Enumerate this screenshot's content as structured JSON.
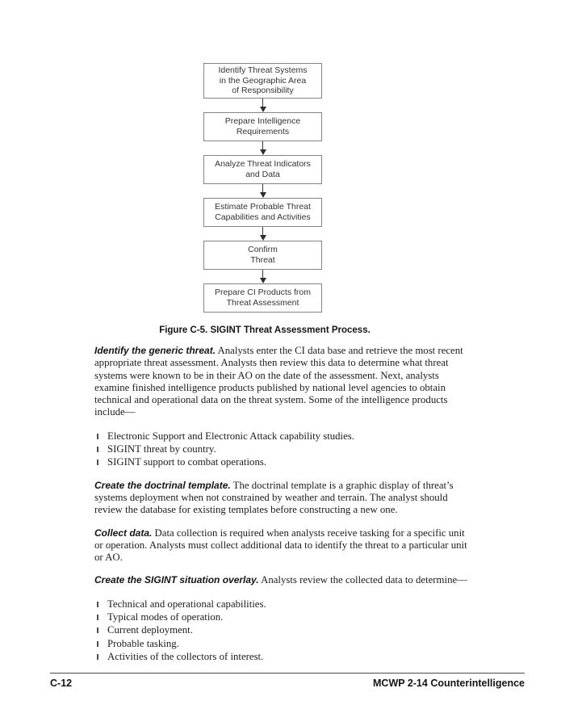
{
  "colors": {
    "page_background": "#ffffff",
    "text": "#1c1c1c",
    "box_border": "#848484"
  },
  "figure": {
    "caption": "Figure C-5. SIGINT Threat Assessment Process.",
    "boxes": [
      {
        "lines": [
          "Identify Threat Systems",
          "in the Geographic Area",
          "of Responsibility"
        ]
      },
      {
        "lines": [
          "Prepare Intelligence",
          "Requirements"
        ]
      },
      {
        "lines": [
          "Analyze Threat Indicators",
          "and Data"
        ]
      },
      {
        "lines": [
          "Estimate Probable Threat",
          "Capabilities and Activities"
        ]
      },
      {
        "lines": [
          "Confirm",
          "Threat"
        ]
      },
      {
        "lines": [
          "Prepare CI Products from",
          "Threat Assessment"
        ]
      }
    ]
  },
  "content": {
    "paragraphs": [
      {
        "lead": "Identify the generic threat.",
        "body": " Analysts enter the CI data base and retrieve the most recent appropriate threat assessment. Analysts then review this data to determine what threat systems were known to be in their AO on the date of the assessment. Next, analysts examine finished intelligence products published by national level agencies to obtain technical and operational data on the threat system. Some of the intelligence products include—"
      },
      {
        "lead": "Create the doctrinal template.",
        "body": " The doctrinal template is a graphic display of threat’s systems deployment when not constrained by weather and terrain. The analyst should review the database for existing templates before constructing a new one."
      },
      {
        "lead": "Collect data.",
        "body": " Data collection is required when analysts receive tasking for a specific unit or operation. Analysts must collect additional data to identify the threat to a particular unit or AO."
      },
      {
        "lead": "Create the SIGINT situation overlay.",
        "body": " Analysts review the collected data to determine—"
      }
    ],
    "bullets_intel_products": [
      "Electronic Support and Electronic Attack capability studies.",
      "SIGINT threat by country.",
      "SIGINT support to combat operations."
    ],
    "bullets_determine": [
      "Technical and operational capabilities.",
      "Typical modes of operation.",
      "Current deployment.",
      "Probable tasking.",
      "Activities of the collectors of interest."
    ]
  },
  "footer": {
    "page_number": "C-12",
    "doc_title": "MCWP 2-14 Counterintelligence"
  }
}
